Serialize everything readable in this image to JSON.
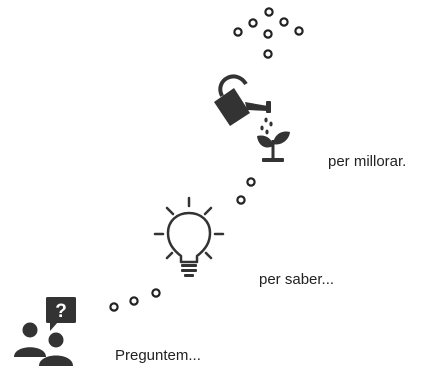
{
  "steps": [
    {
      "id": "ask",
      "icon": "people-question-icon",
      "caption": "Preguntem..."
    },
    {
      "id": "know",
      "icon": "lightbulb-icon",
      "caption": "per saber..."
    },
    {
      "id": "improve",
      "icon": "watering-can-plant-icon",
      "caption": "per millorar."
    }
  ],
  "colors": {
    "icon": "#333333",
    "text": "#222222",
    "background": "#ffffff"
  },
  "icons": {
    "question_mark": "?"
  }
}
